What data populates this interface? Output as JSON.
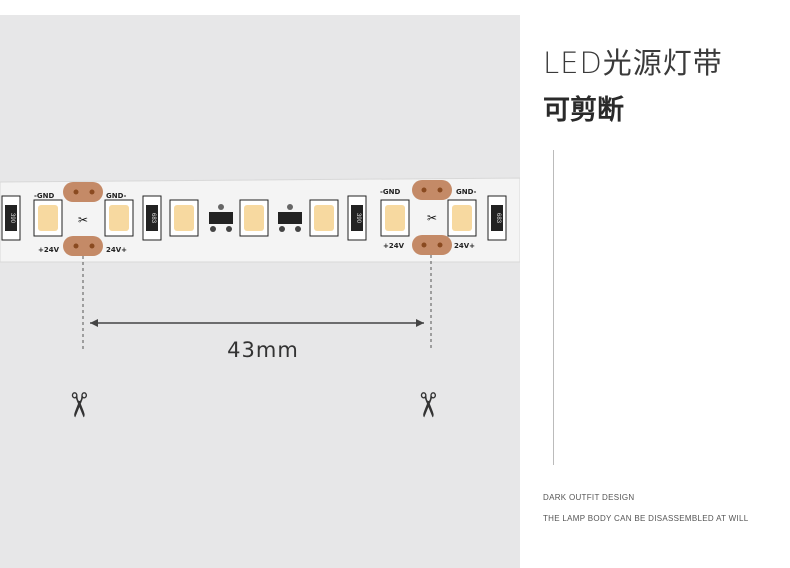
{
  "heading": {
    "title": "LED光源灯带",
    "subtitle": "可剪断"
  },
  "notes": {
    "line1": "DARK OUTFIT DESIGN",
    "line2": "THE LAMP BODY CAN BE DISASSEMBLED AT WILL"
  },
  "measurement": {
    "label": "43mm"
  },
  "strip": {
    "gnd": "-GND",
    "gnd2": "GND-",
    "v24": "+24V",
    "v24b": "24V+",
    "r1": "390",
    "r2": "683"
  },
  "colors": {
    "background": "#e7e7e8",
    "pad": "#c48a67",
    "led": "#f7d9a0"
  }
}
